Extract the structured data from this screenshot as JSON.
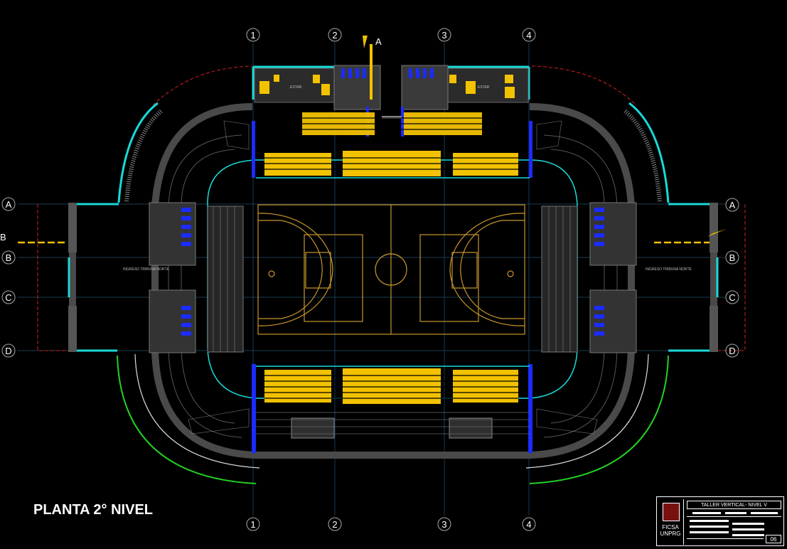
{
  "plan_title": "PLANTA 2° NIVEL",
  "section_mark": "A",
  "axes": {
    "vertical": [
      "1",
      "2",
      "3",
      "4"
    ],
    "horizontal": [
      "A",
      "B",
      "C",
      "D"
    ]
  },
  "side_label_marker": "B",
  "notes": {
    "entrance_left": "INGRESO TRIBUNA NORTE",
    "entrance_right": "INGRESO TRIBUNA NORTE",
    "stair_tag": "ESTAR"
  },
  "title_block": {
    "project": "TALLER VERTICAL- NIVEL V",
    "org_line1": "FICSA",
    "org_line2": "UNPRG",
    "sheet": "06"
  },
  "colors": {
    "background": "#000000",
    "walls": "#4a4a4a",
    "glazing": "#19d9d9",
    "court": "#c8962a",
    "seats": "#f2c200",
    "restroom_fixtures": "#1a2cff",
    "cut_line": "#d42020",
    "exterior_ramp": "#22d022",
    "gridlines": "#1c3f5a"
  }
}
